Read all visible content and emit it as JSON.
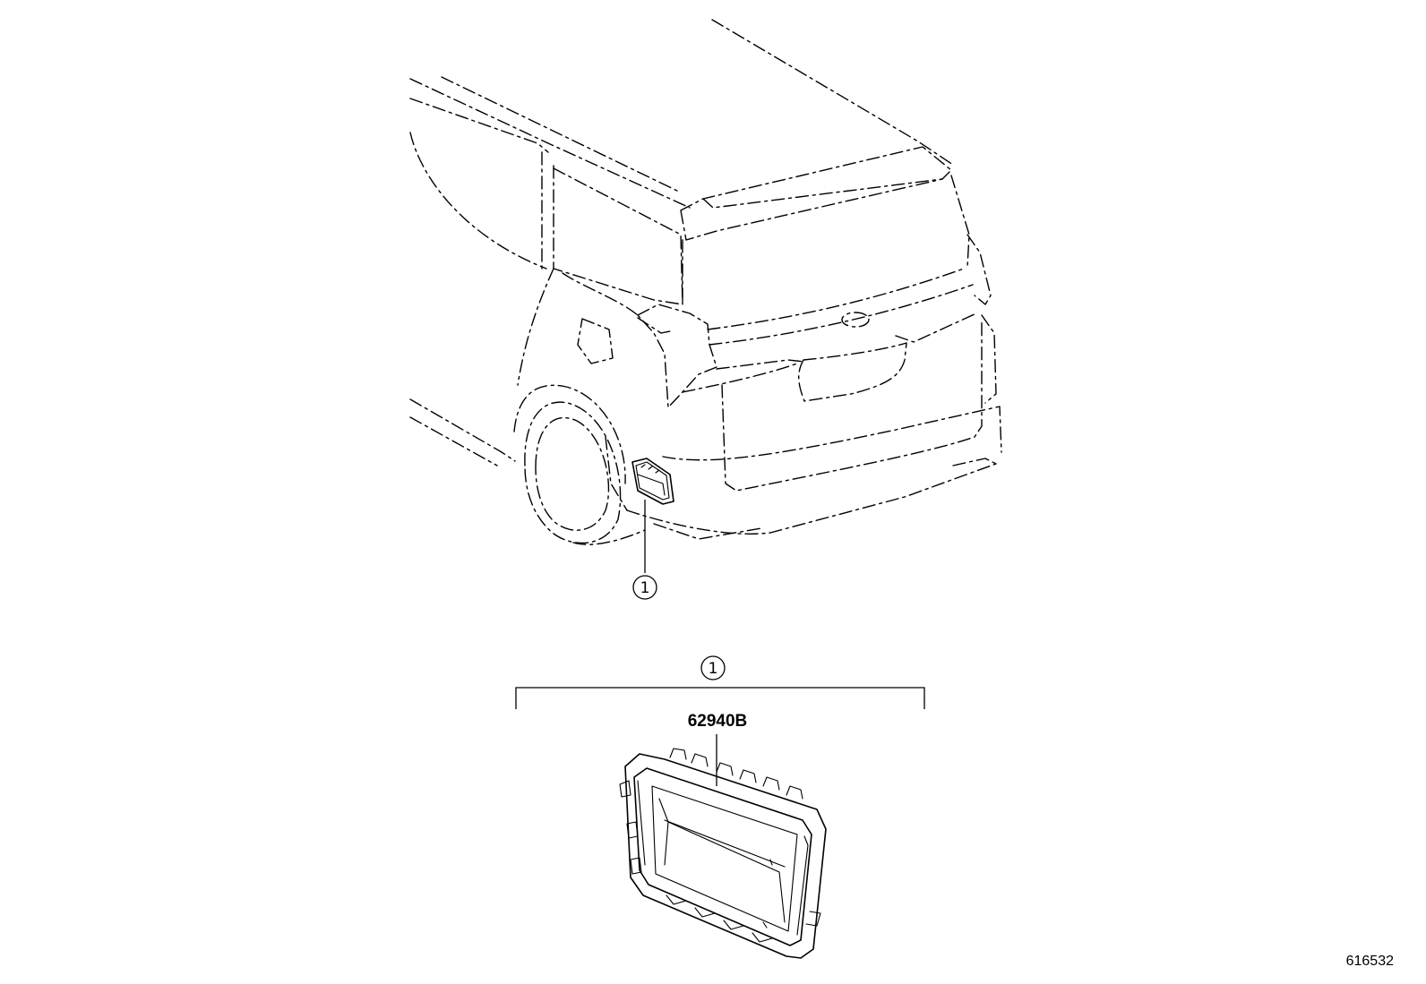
{
  "callouts": {
    "vehicle_ref": "1",
    "detail_ref": "1"
  },
  "parts": [
    {
      "number": "62940B"
    }
  ],
  "illustration_id": "616532",
  "colors": {
    "line": "#000000",
    "background": "#ffffff"
  }
}
